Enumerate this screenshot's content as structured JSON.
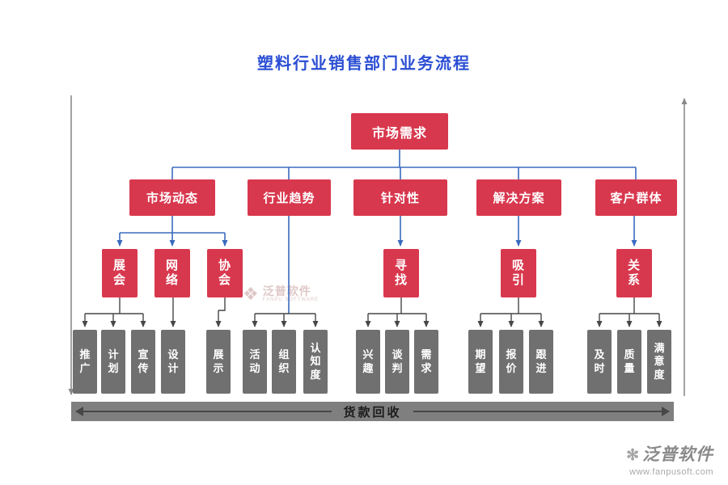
{
  "title": "塑料行业销售部门业务流程",
  "root": "市场需求",
  "level2": [
    "市场动态",
    "行业趋势",
    "针对性",
    "解决方案",
    "客户群体"
  ],
  "level3": [
    "展会",
    "网络",
    "协会",
    "寻找",
    "吸引",
    "关系"
  ],
  "level4": [
    "推广",
    "计划",
    "宣传",
    "设计",
    "展示",
    "活动",
    "组织",
    "认知度",
    "兴趣",
    "谈判",
    "需求",
    "期望",
    "报价",
    "跟进",
    "及时",
    "质量",
    "满意度"
  ],
  "bottom_bar": "货款回收",
  "watermark_center": {
    "logo_glyph": "❖",
    "brand": "泛普软件",
    "sub": "FANPU SOFTWARE"
  },
  "footer": {
    "logo_glyph": "✻",
    "name": "泛普软件",
    "url": "www.fanpusoft.com"
  },
  "colors": {
    "red": "#d8384e",
    "gray": "#707070",
    "bar": "#7f7f7f",
    "line-blue": "#3a6bbf",
    "line-dark": "#474747",
    "line-gray": "#8a8a8a",
    "title": "#2b4ed3",
    "watermark": "#c59a9a"
  }
}
